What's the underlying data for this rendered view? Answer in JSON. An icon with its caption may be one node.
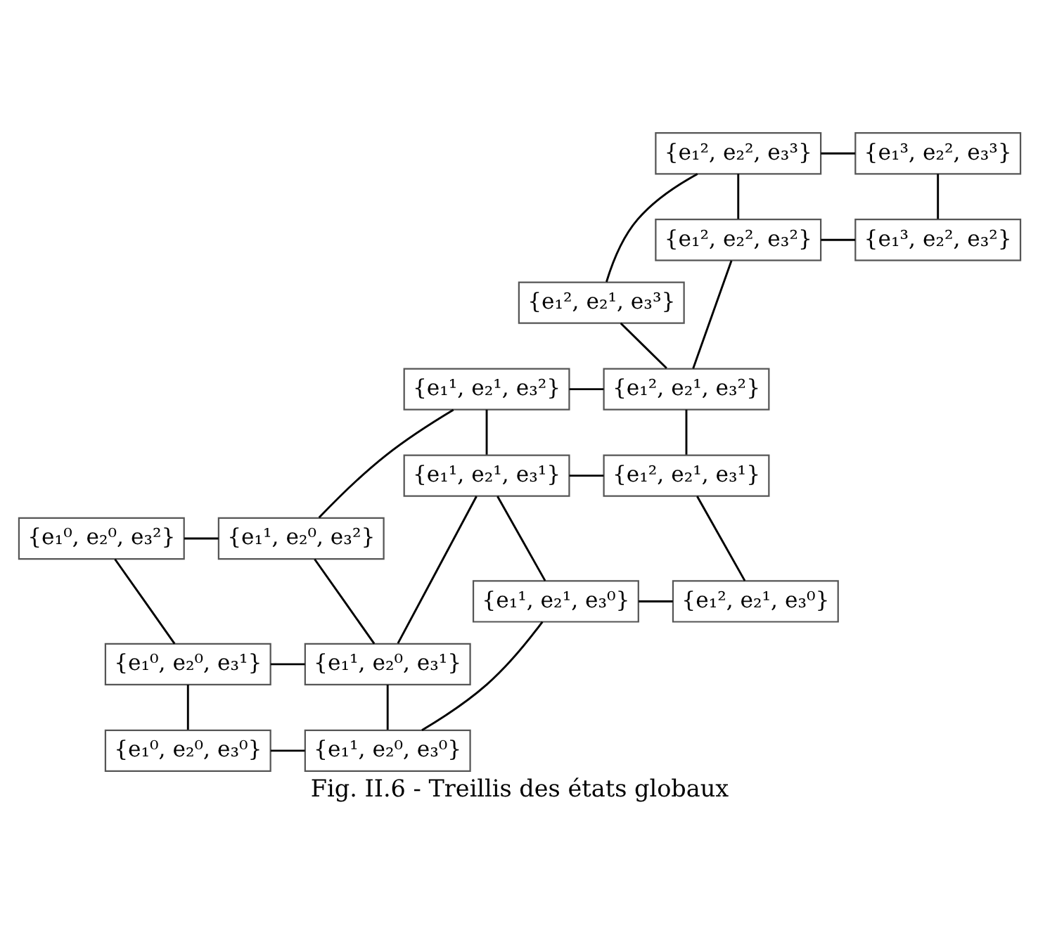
{
  "diagram": {
    "caption": "Fig. II.6 - Treillis des états globaux",
    "nodes": [
      {
        "text": [
          "{e₁², e₂², e₃³}"
        ]
      },
      {
        "text": [
          "{e₁³, e₂², e₃³}"
        ]
      },
      {
        "text": [
          "{e₁², e₂², e₃²}"
        ]
      },
      {
        "text": [
          "{e₁³, e₂², e₃²}"
        ]
      },
      {
        "text": [
          "{e₁², e₂¹, e₃³}"
        ]
      },
      {
        "text": [
          "{e₁¹, e₂¹, e₃²}"
        ]
      },
      {
        "text": [
          "{e₁², e₂¹, e₃²}"
        ]
      },
      {
        "text": [
          "{e₁¹, e₂¹, e₃¹}"
        ]
      },
      {
        "text": [
          "{e₁², e₂¹, e₃¹}"
        ]
      },
      {
        "text": [
          "{e₁⁰, e₂⁰, e₃²}"
        ]
      },
      {
        "text": [
          "{e₁¹, e₂⁰, e₃²}"
        ]
      },
      {
        "text": [
          "{e₁¹, e₂¹, e₃⁰}"
        ]
      },
      {
        "text": [
          "{e₁², e₂¹, e₃⁰}"
        ]
      },
      {
        "text": [
          "{e₁⁰, e₂⁰, e₃¹}"
        ]
      },
      {
        "text": [
          "{e₁¹, e₂⁰, e₃¹}"
        ]
      },
      {
        "text": [
          "{e₁⁰, e₂⁰, e₃⁰}"
        ]
      },
      {
        "text": [
          "{e₁¹, e₂⁰, e₃⁰}"
        ]
      }
    ],
    "edges": [
      {
        "from": 0,
        "to": 1,
        "arrow": "none"
      },
      {
        "from": 0,
        "to": 2,
        "arrow": "none"
      },
      {
        "from": 0,
        "to": 4,
        "arrow": "none"
      },
      {
        "from": 1,
        "to": 3,
        "arrow": "none"
      },
      {
        "from": 2,
        "to": 3,
        "arrow": "none"
      },
      {
        "from": 2,
        "to": 6,
        "arrow": "none"
      },
      {
        "from": 4,
        "to": 6,
        "arrow": "none"
      },
      {
        "from": 5,
        "to": 6,
        "arrow": "none"
      },
      {
        "from": 5,
        "to": 7,
        "arrow": "none"
      },
      {
        "from": 5,
        "to": 10,
        "arrow": "none"
      },
      {
        "from": 6,
        "to": 8,
        "arrow": "none"
      },
      {
        "from": 7,
        "to": 8,
        "arrow": "none"
      },
      {
        "from": 7,
        "to": 11,
        "arrow": "none"
      },
      {
        "from": 7,
        "to": 14,
        "arrow": "none"
      },
      {
        "from": 8,
        "to": 12,
        "arrow": "none"
      },
      {
        "from": 9,
        "to": 10,
        "arrow": "none"
      },
      {
        "from": 9,
        "to": 13,
        "arrow": "none"
      },
      {
        "from": 10,
        "to": 14,
        "arrow": "none"
      },
      {
        "from": 11,
        "to": 12,
        "arrow": "none"
      },
      {
        "from": 11,
        "to": 16,
        "arrow": "none"
      },
      {
        "from": 13,
        "to": 14,
        "arrow": "none"
      },
      {
        "from": 13,
        "to": 15,
        "arrow": "none"
      },
      {
        "from": 14,
        "to": 16,
        "arrow": "none"
      },
      {
        "from": 15,
        "to": 16,
        "arrow": "none"
      }
    ]
  }
}
